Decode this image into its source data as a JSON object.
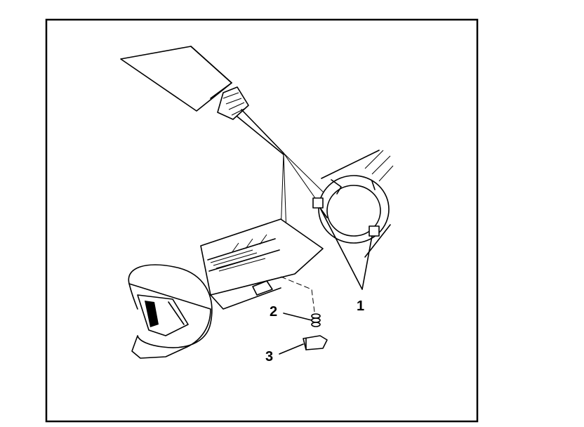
{
  "callouts": [
    {
      "id": "callout-1",
      "label": "1"
    },
    {
      "id": "callout-2",
      "label": "2"
    },
    {
      "id": "callout-3",
      "label": "3"
    }
  ],
  "colors": {
    "ink": "#000000",
    "paper": "#ffffff"
  }
}
